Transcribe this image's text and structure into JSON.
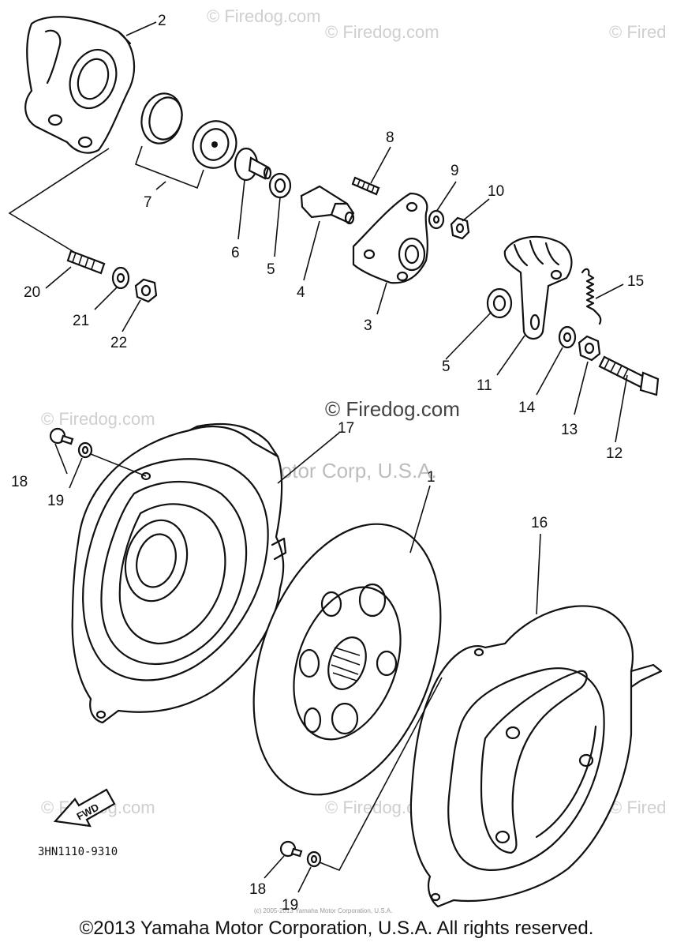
{
  "watermarks": {
    "site": "© Firedog.com",
    "site_cut": "© Fired",
    "center_brand": "Yamaha Motor Corp, U.S.A.",
    "tiny_notice": "(c) 2005-2013 Yamaha Motor Corporation, U.S.A."
  },
  "part_number": "3HN1110-9310",
  "fwd_label": "FWD",
  "copyright": "©2013 Yamaha Motor Corporation, U.S.A. All rights reserved.",
  "callouts": {
    "c1": "1",
    "c2": "2",
    "c3": "3",
    "c4": "4",
    "c5a": "5",
    "c5b": "5",
    "c6": "6",
    "c7": "7",
    "c8": "8",
    "c9": "9",
    "c10": "10",
    "c11": "11",
    "c12": "12",
    "c13": "13",
    "c14": "14",
    "c15": "15",
    "c16": "16",
    "c17": "17",
    "c18a": "18",
    "c18b": "18",
    "c19a": "19",
    "c19b": "19",
    "c20": "20",
    "c21": "21",
    "c22": "22"
  }
}
